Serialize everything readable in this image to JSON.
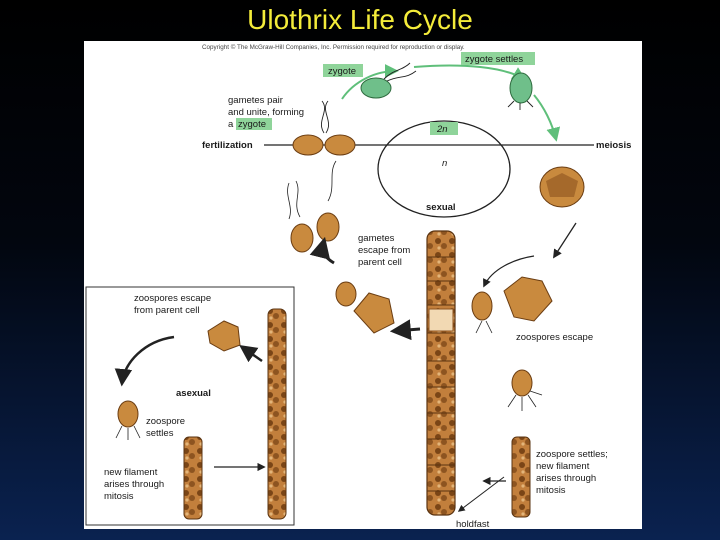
{
  "slide": {
    "title": "Ulothrix Life Cycle"
  },
  "figure": {
    "copyright": "Copyright © The McGraw-Hill Companies, Inc. Permission required for reproduction or display.",
    "labels": {
      "zygote": "zygote",
      "zygote_settles": "zygote settles",
      "gametes_pair_1": "gametes pair",
      "gametes_pair_2": "and unite, forming",
      "gametes_pair_3a": "a",
      "gametes_pair_3b": "zygote",
      "fertilization": "fertilization",
      "meiosis": "meiosis",
      "two_n": "2n",
      "n": "n",
      "sexual": "sexual",
      "gametes_escape_1": "gametes",
      "gametes_escape_2": "escape from",
      "gametes_escape_3": "parent cell",
      "zoospores_escape_inset_1": "zoospores escape",
      "zoospores_escape_inset_2": "from parent cell",
      "asexual": "asexual",
      "zoospore_settles_1": "zoospore",
      "zoospore_settles_2": "settles",
      "new_filament_1": "new filament",
      "new_filament_2": "arises through",
      "new_filament_3": "mitosis",
      "zoospores_escape": "zoospores escape",
      "zoospore_settles_r1": "zoospore settles;",
      "zoospore_settles_r2": "new filament",
      "zoospore_settles_r3": "arises through",
      "zoospore_settles_r4": "mitosis",
      "holdfast": "holdfast"
    },
    "colors": {
      "zygote_green": "#6fbf8a",
      "label_green": "#8fd49a",
      "cell_brown": "#c98a3e",
      "cell_dark": "#6b3d12",
      "filament": "#b7793a"
    }
  }
}
